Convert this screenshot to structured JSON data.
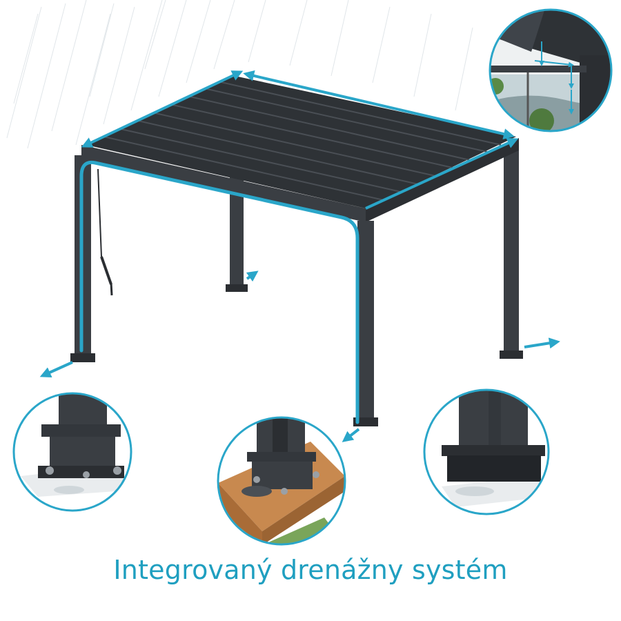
{
  "caption": "Integrovaný drenážny systém",
  "colors": {
    "accent": "#2aa6c9",
    "frame": "#3a3e43",
    "roof": "#2e3236",
    "circle_border": "#2aa6c9"
  },
  "illustration": {
    "subject": "pergola-with-louvered-roof",
    "detail_views": [
      "gutter-corner-detail",
      "post-base-left-detail",
      "post-base-on-deck-detail",
      "post-base-right-detail"
    ]
  }
}
